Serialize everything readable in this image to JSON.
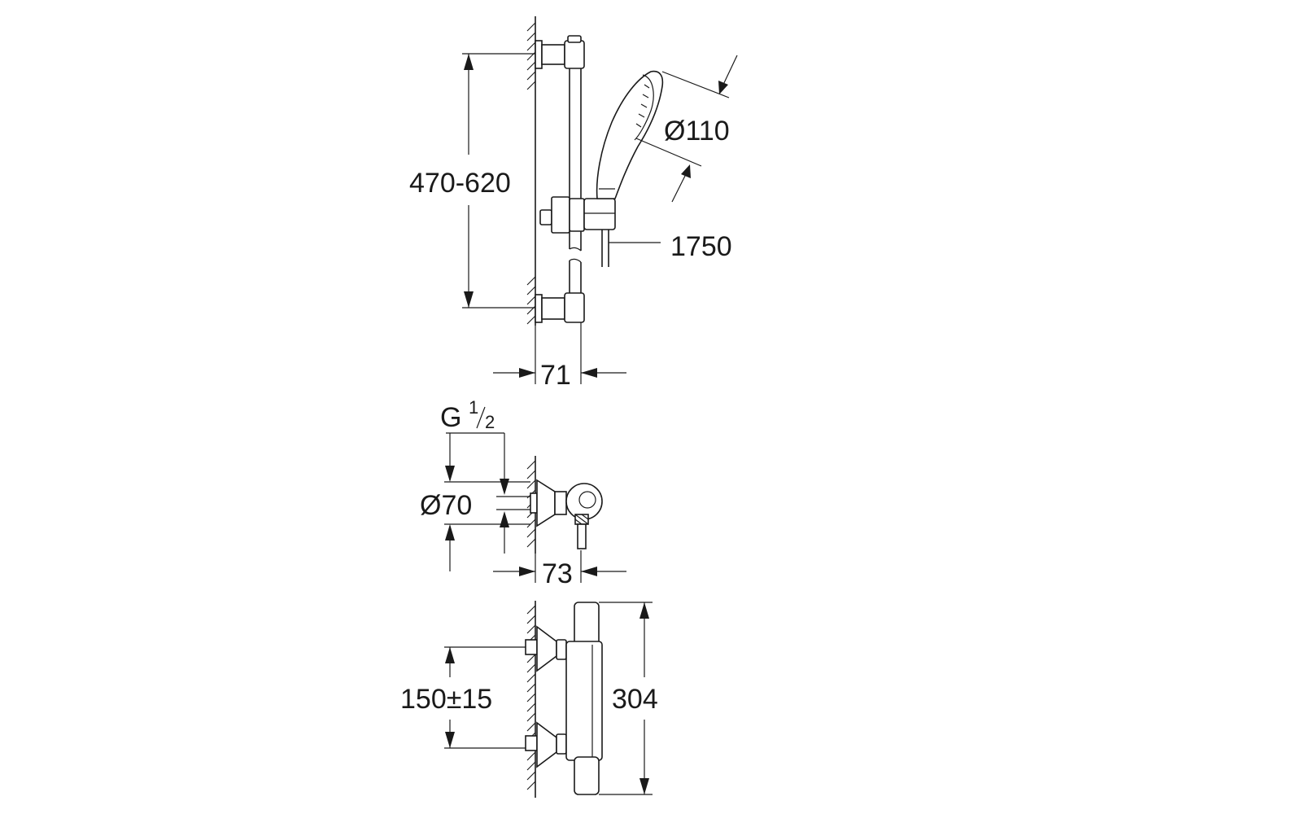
{
  "dimensions": {
    "rail_height": "470-620",
    "handshower_diameter": "Ø110",
    "hose_length": "1750",
    "rail_depth": "71",
    "thread_label": "G",
    "thread_fraction_num": "1",
    "thread_fraction_den": "2",
    "escutcheon_diameter": "Ø70",
    "mixer_depth": "73",
    "inlet_spacing": "150±15",
    "mixer_height": "304"
  }
}
